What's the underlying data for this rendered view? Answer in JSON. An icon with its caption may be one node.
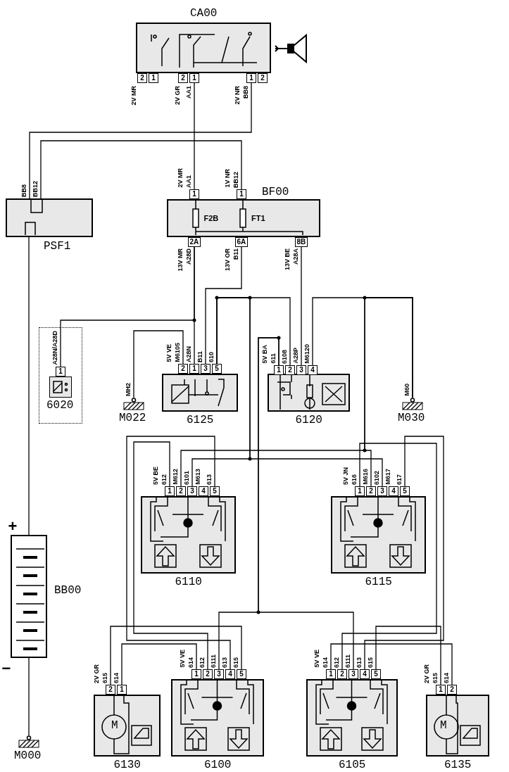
{
  "diagram": {
    "nodes": [
      {
        "text": [
          "CA00"
        ]
      },
      {
        "text": [
          "BF00"
        ]
      },
      {
        "text": [
          "PSF1"
        ]
      },
      {
        "text": [
          "6020"
        ]
      },
      {
        "text": [
          "M022"
        ]
      },
      {
        "text": [
          "6125"
        ]
      },
      {
        "text": [
          "6120"
        ]
      },
      {
        "text": [
          "M030"
        ]
      },
      {
        "text": [
          "6110"
        ]
      },
      {
        "text": [
          "6115"
        ]
      },
      {
        "text": [
          "BB00"
        ]
      },
      {
        "text": [
          "M000"
        ]
      },
      {
        "text": [
          "6130"
        ]
      },
      {
        "text": [
          "6100"
        ]
      },
      {
        "text": [
          "6105"
        ]
      },
      {
        "text": [
          "6135"
        ]
      }
    ],
    "edges": [
      {
        "from": 0,
        "to": 1,
        "arrow": "none"
      },
      {
        "from": 0,
        "to": 2,
        "arrow": "none"
      },
      {
        "from": 2,
        "to": 1,
        "arrow": "none"
      },
      {
        "from": 2,
        "to": 10,
        "arrow": "none"
      },
      {
        "from": 10,
        "to": 11,
        "arrow": "none"
      },
      {
        "from": 1,
        "to": 3,
        "arrow": "none"
      },
      {
        "from": 1,
        "to": 5,
        "arrow": "none"
      },
      {
        "from": 1,
        "to": 5,
        "arrow": "none"
      },
      {
        "from": 1,
        "to": 6,
        "arrow": "none"
      },
      {
        "from": 4,
        "to": 5,
        "arrow": "none"
      },
      {
        "from": 5,
        "to": 6,
        "arrow": "none"
      },
      {
        "from": 6,
        "to": 7,
        "arrow": "none"
      },
      {
        "from": 5,
        "to": 8,
        "arrow": "none"
      },
      {
        "from": 5,
        "to": 9,
        "arrow": "none"
      },
      {
        "from": 6,
        "to": 13,
        "arrow": "none"
      },
      {
        "from": 6,
        "to": 14,
        "arrow": "none"
      },
      {
        "from": 7,
        "to": 8,
        "arrow": "none"
      },
      {
        "from": 7,
        "to": 9,
        "arrow": "none"
      },
      {
        "from": 8,
        "to": 13,
        "arrow": "none"
      },
      {
        "from": 8,
        "to": 13,
        "arrow": "none"
      },
      {
        "from": 9,
        "to": 14,
        "arrow": "none"
      },
      {
        "from": 9,
        "to": 14,
        "arrow": "none"
      },
      {
        "from": 13,
        "to": 12,
        "arrow": "none"
      },
      {
        "from": 13,
        "to": 12,
        "arrow": "none"
      },
      {
        "from": 14,
        "to": 15,
        "arrow": "none"
      },
      {
        "from": 14,
        "to": 15,
        "arrow": "none"
      }
    ],
    "labels": [
      "2",
      "1",
      "2",
      "1",
      "1",
      "2",
      "2V MR",
      "2V GR",
      "AA1",
      "2V NR",
      "BB8",
      "BB8",
      "BB12",
      "2V MR",
      "AA1",
      "1",
      "1V NR",
      "BB12",
      "1",
      "F2B",
      "FT1",
      "2A",
      "6A",
      "8B",
      "13V MR",
      "A28D",
      "13V OR",
      "B11",
      "13V BE",
      "A28A",
      "A28N/A28D",
      "1",
      "MH2",
      "5V VE",
      "M6105",
      "A28N",
      "B11",
      "610",
      "2",
      "1",
      "3",
      "5",
      "5V BA",
      "611",
      "6108",
      "A28P",
      "M6120",
      "1",
      "2",
      "3",
      "4",
      "M60",
      "5V BE",
      "612",
      "M612",
      "6101",
      "M613",
      "613",
      "1",
      "2",
      "3",
      "4",
      "5",
      "5V JN",
      "616",
      "M616",
      "6102",
      "M617",
      "617",
      "1",
      "2",
      "3",
      "4",
      "5",
      "+",
      "2V GR",
      "615",
      "614",
      "2",
      "1",
      "5V VE",
      "614",
      "612",
      "6111",
      "613",
      "615",
      "1",
      "2",
      "3",
      "4",
      "5",
      "5V VE",
      "614",
      "612",
      "6111",
      "613",
      "615",
      "1",
      "2",
      "3",
      "4",
      "5",
      "2V GR",
      "615",
      "614",
      "1",
      "2",
      "−",
      "M",
      "M"
    ]
  }
}
